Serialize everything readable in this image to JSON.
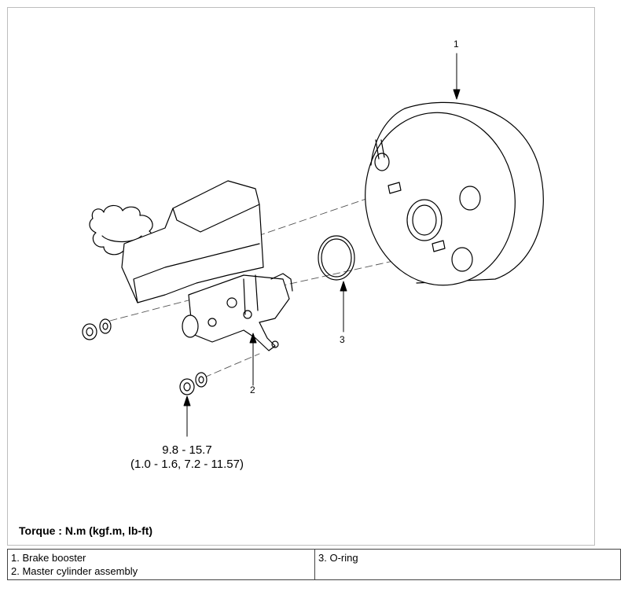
{
  "callouts": [
    "1",
    "2",
    "3"
  ],
  "torque": {
    "value_line1": "9.8 - 15.7",
    "value_line2": "(1.0 - 1.6, 7.2 - 11.57)",
    "units_note": "Torque : N.m (kgf.m, lb-ft)"
  },
  "legend": {
    "left": [
      "1. Brake booster",
      "2. Master cylinder assembly"
    ],
    "right": [
      "3. O-ring"
    ]
  }
}
